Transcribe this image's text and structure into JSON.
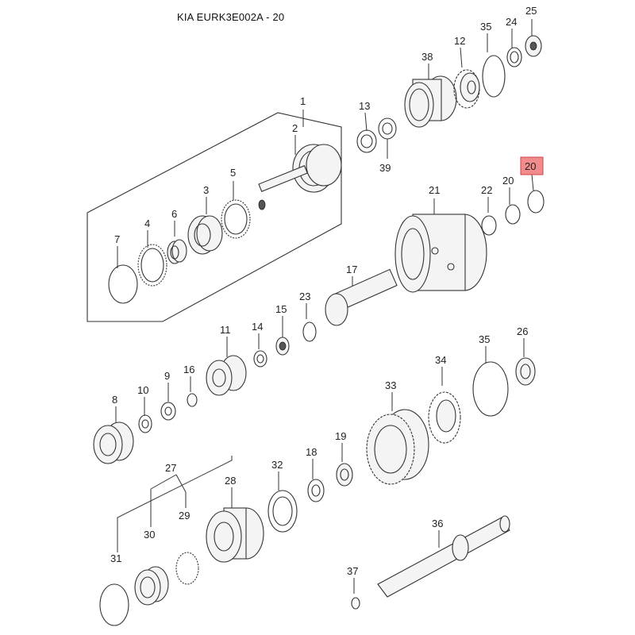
{
  "title": "KIA EURK3E002A - 20",
  "highlight_color": "#f28b8b",
  "labels": {
    "p1": "1",
    "p2": "2",
    "p3": "3",
    "p4": "4",
    "p5": "5",
    "p6": "6",
    "p7": "7",
    "p8": "8",
    "p9": "9",
    "p10": "10",
    "p11": "11",
    "p12": "12",
    "p13": "13",
    "p14": "14",
    "p15": "15",
    "p16": "16",
    "p17": "17",
    "p18": "18",
    "p19": "19",
    "p20a": "20",
    "p20b": "20",
    "p21": "21",
    "p22": "22",
    "p23": "23",
    "p24": "24",
    "p25": "25",
    "p26": "26",
    "p27": "27",
    "p28": "28",
    "p29": "29",
    "p30": "30",
    "p31": "31",
    "p32": "32",
    "p33": "33",
    "p34": "34",
    "p35a": "35",
    "p35b": "35",
    "p36": "36",
    "p37": "37",
    "p38": "38",
    "p39": "39"
  }
}
